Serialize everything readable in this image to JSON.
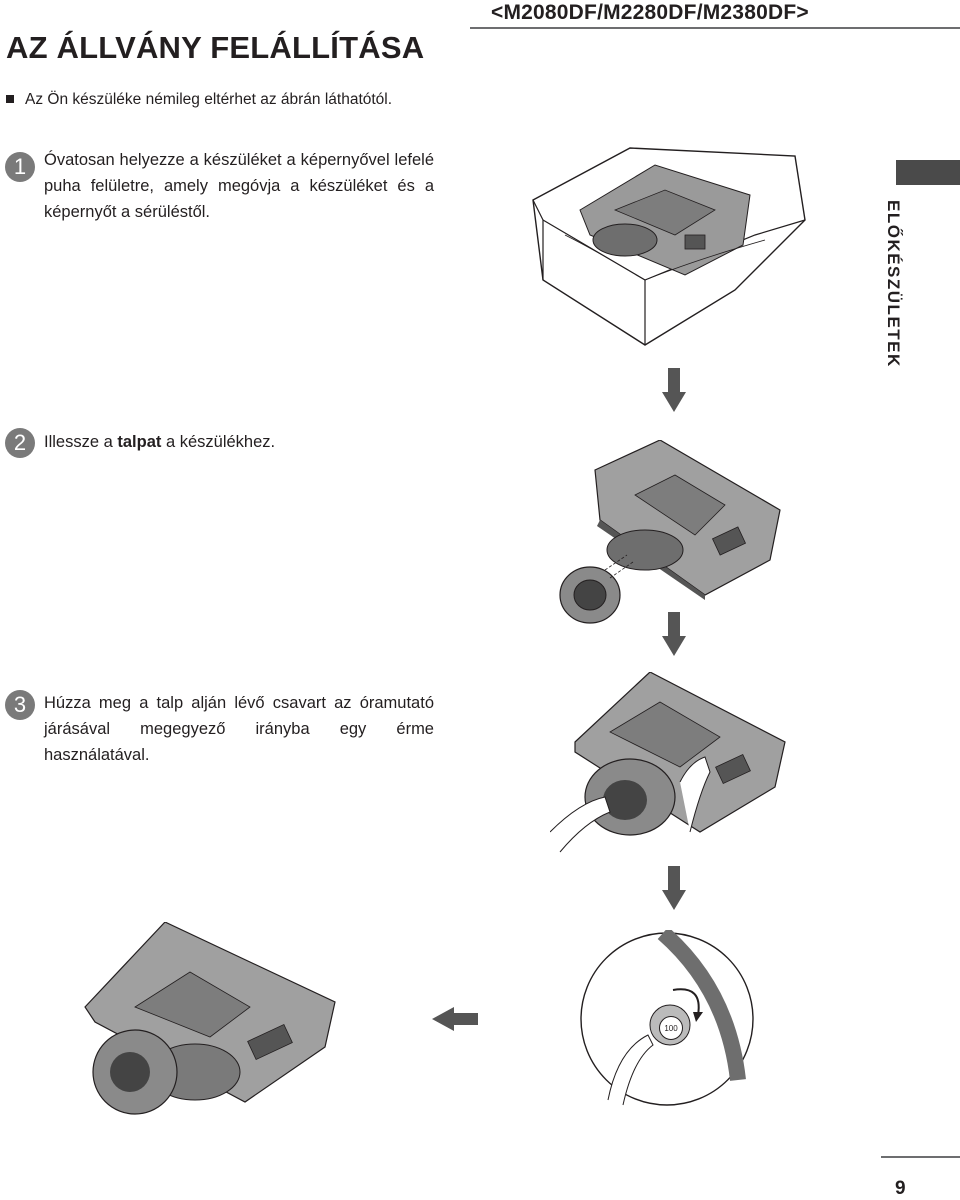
{
  "header": {
    "title": "AZ ÁLLVÁNY FELÁLLÍTÁSA",
    "models": "<M2080DF/M2280DF/M2380DF>"
  },
  "note": "Az Ön készüléke némileg eltérhet az ábrán láthatótól.",
  "steps": [
    {
      "number": "1",
      "text": "Óvatosan helyezze a készüléket a képernyővel lefelé puha felületre, amely megóvja a készüléket és a képernyőt a sérüléstől."
    },
    {
      "number": "2",
      "text_before": "Illessze a ",
      "text_bold": "talpat",
      "text_after": " a készülékhez."
    },
    {
      "number": "3",
      "text": "Húzza meg a talp alján lévő csavart az óramutató járásával megegyező irányba egy érme használatával."
    }
  ],
  "side_tab": "ELŐKÉSZÜLETEK",
  "page_number": "9",
  "coin_label": "100",
  "colors": {
    "text": "#231f20",
    "badge": "#7a7a7a",
    "tab": "#4a4a4a",
    "monitor": "#9a9a9a",
    "arrow": "#555555"
  }
}
